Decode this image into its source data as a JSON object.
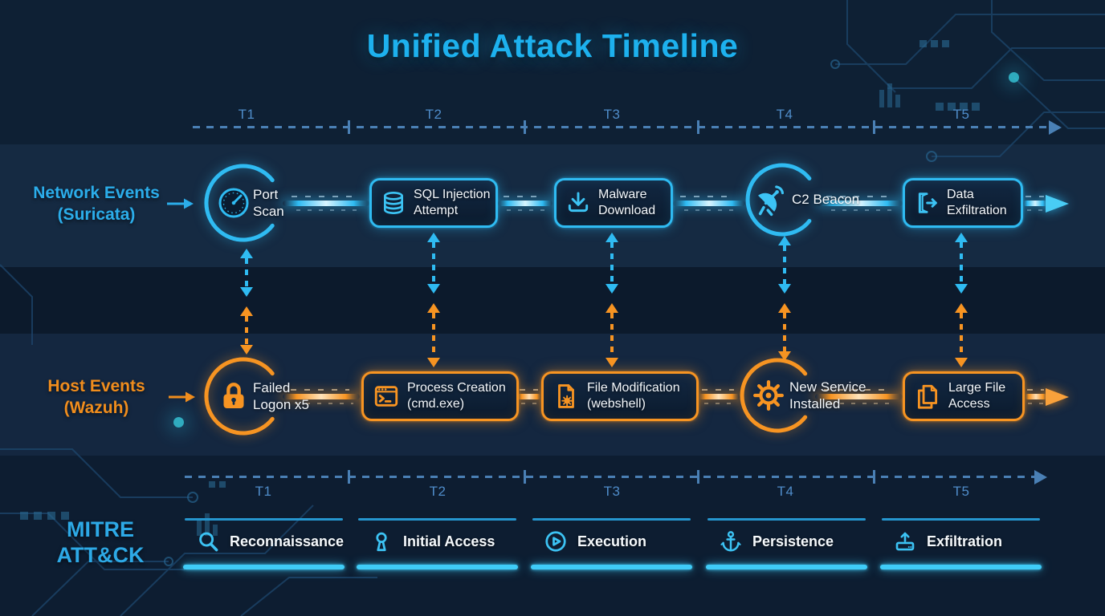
{
  "title": "Unified Attack Timeline",
  "timeline_top": {
    "labels": [
      "T1",
      "T2",
      "T3",
      "T4",
      "T5"
    ]
  },
  "timeline_bottom": {
    "labels": [
      "T1",
      "T2",
      "T3",
      "T4",
      "T5"
    ]
  },
  "rows": {
    "network": {
      "label_line1": "Network Events",
      "label_line2": "(Suricata)",
      "nodes": [
        {
          "icon": "gauge-icon",
          "lines": [
            "Port",
            "Scan"
          ]
        },
        {
          "icon": "database-icon",
          "lines": [
            "SQL Injection",
            "Attempt"
          ]
        },
        {
          "icon": "download-icon",
          "lines": [
            "Malware",
            "Download"
          ]
        },
        {
          "icon": "satellite-dish-icon",
          "lines": [
            "C2 Beacon"
          ]
        },
        {
          "icon": "door-exit-icon",
          "lines": [
            "Data",
            "Exfiltration"
          ]
        }
      ]
    },
    "host": {
      "label_line1": "Host Events",
      "label_line2": "(Wazuh)",
      "nodes": [
        {
          "icon": "lock-icon",
          "lines": [
            "Failed",
            "Logon x5"
          ]
        },
        {
          "icon": "terminal-icon",
          "lines": [
            "Process Creation",
            "(cmd.exe)"
          ]
        },
        {
          "icon": "file-bug-icon",
          "lines": [
            "File Modification",
            "(webshell)"
          ]
        },
        {
          "icon": "gear-icon",
          "lines": [
            "New Service",
            "Installed"
          ]
        },
        {
          "icon": "copy-files-icon",
          "lines": [
            "Large File",
            "Access"
          ]
        }
      ]
    }
  },
  "mitre": {
    "label_line1": "MITRE",
    "label_line2": "ATT&CK",
    "tactics": [
      {
        "icon": "search-icon",
        "label": "Reconnaissance"
      },
      {
        "icon": "keyhole-icon",
        "label": "Initial Access"
      },
      {
        "icon": "play-circle-icon",
        "label": "Execution"
      },
      {
        "icon": "anchor-icon",
        "label": "Persistence"
      },
      {
        "icon": "upload-icon",
        "label": "Exfiltration"
      }
    ]
  },
  "colors": {
    "accent_blue": "#2fbbf2",
    "accent_orange": "#f79422",
    "title_blue": "#1db1ee",
    "timeline_blue": "#4a80b5",
    "node_text": "#f4f8fc"
  }
}
